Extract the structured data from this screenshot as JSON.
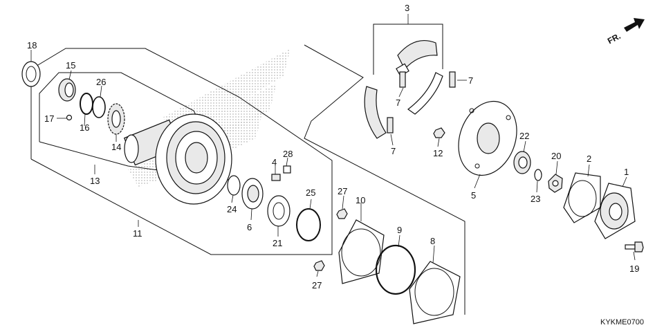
{
  "diagram_code": "KYKME0700",
  "direction_label": "FR.",
  "callouts": [
    "1",
    "2",
    "3",
    "4",
    "5",
    "6",
    "7",
    "7",
    "7",
    "8",
    "9",
    "10",
    "11",
    "12",
    "13",
    "14",
    "15",
    "16",
    "17",
    "18",
    "19",
    "20",
    "21",
    "22",
    "23",
    "24",
    "25",
    "26",
    "27",
    "27",
    "28"
  ],
  "colors": {
    "line": "#111111",
    "background": "#ffffff",
    "shade": "#bdbdbd"
  }
}
